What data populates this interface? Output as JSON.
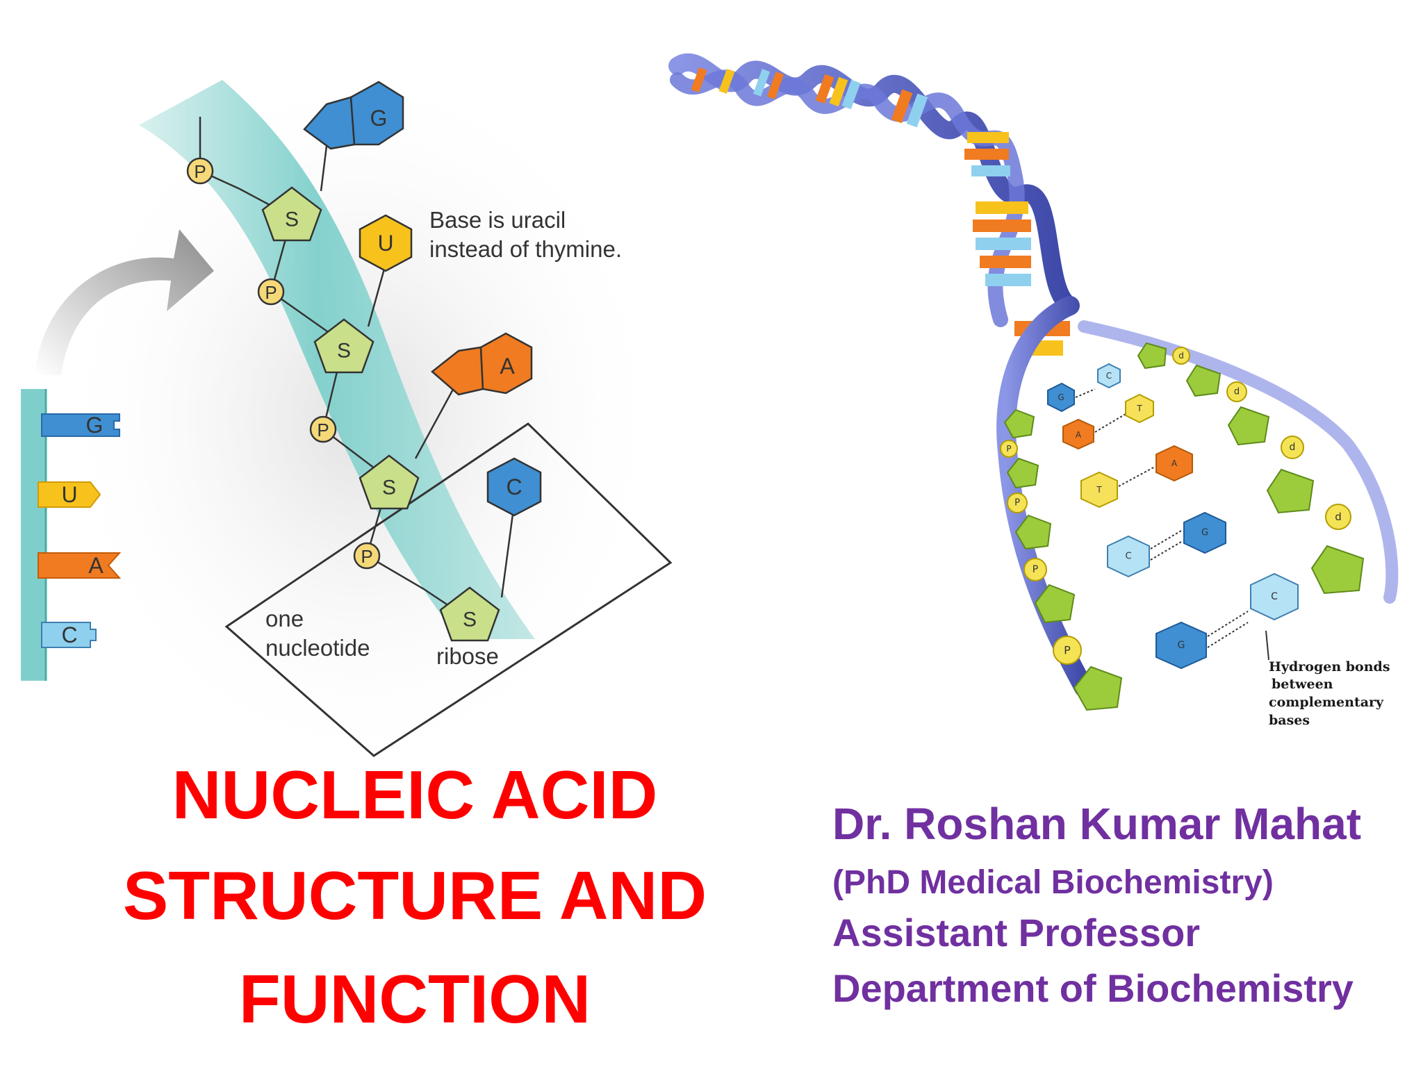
{
  "colors": {
    "title": "#ff0000",
    "author": "#7030a0",
    "backbone": "#7ecfcb",
    "sugar": "#c9df8a",
    "phosphate": "#f5d878",
    "guanine": "#3f8fd2",
    "uracil": "#f7c21c",
    "adenine": "#f07b21",
    "cytosine": "#8fd0ee",
    "dna_sugar": "#9ccc3c",
    "dna_strand": "#5a66c4"
  },
  "rna_diagram": {
    "strand_labels": [
      "G",
      "U",
      "A",
      "C"
    ],
    "nodes": {
      "phosphate": "P",
      "sugar": "S",
      "guanine": "G",
      "uracil": "U",
      "adenine": "A",
      "cytosine": "C"
    },
    "note_line1": "Base is uracil",
    "note_line2": "instead of thymine.",
    "box_label_line1": "one",
    "box_label_line2": "nucleotide",
    "ribose_label": "ribose"
  },
  "dna_diagram": {
    "base_letters": {
      "g": "G",
      "c": "C",
      "a": "A",
      "t": "T"
    },
    "phosphate_letter": "P",
    "deoxy_letter": "d",
    "note_lines": [
      "Hydrogen bonds",
      "between",
      "complementary",
      "bases"
    ]
  },
  "title": {
    "line1": "NUCLEIC ACID",
    "line2": "STRUCTURE AND",
    "line3": "FUNCTION"
  },
  "author": {
    "name": "Dr. Roshan Kumar Mahat",
    "degree": "(PhD Medical Biochemistry)",
    "position": "Assistant Professor",
    "department": "Department of Biochemistry"
  }
}
